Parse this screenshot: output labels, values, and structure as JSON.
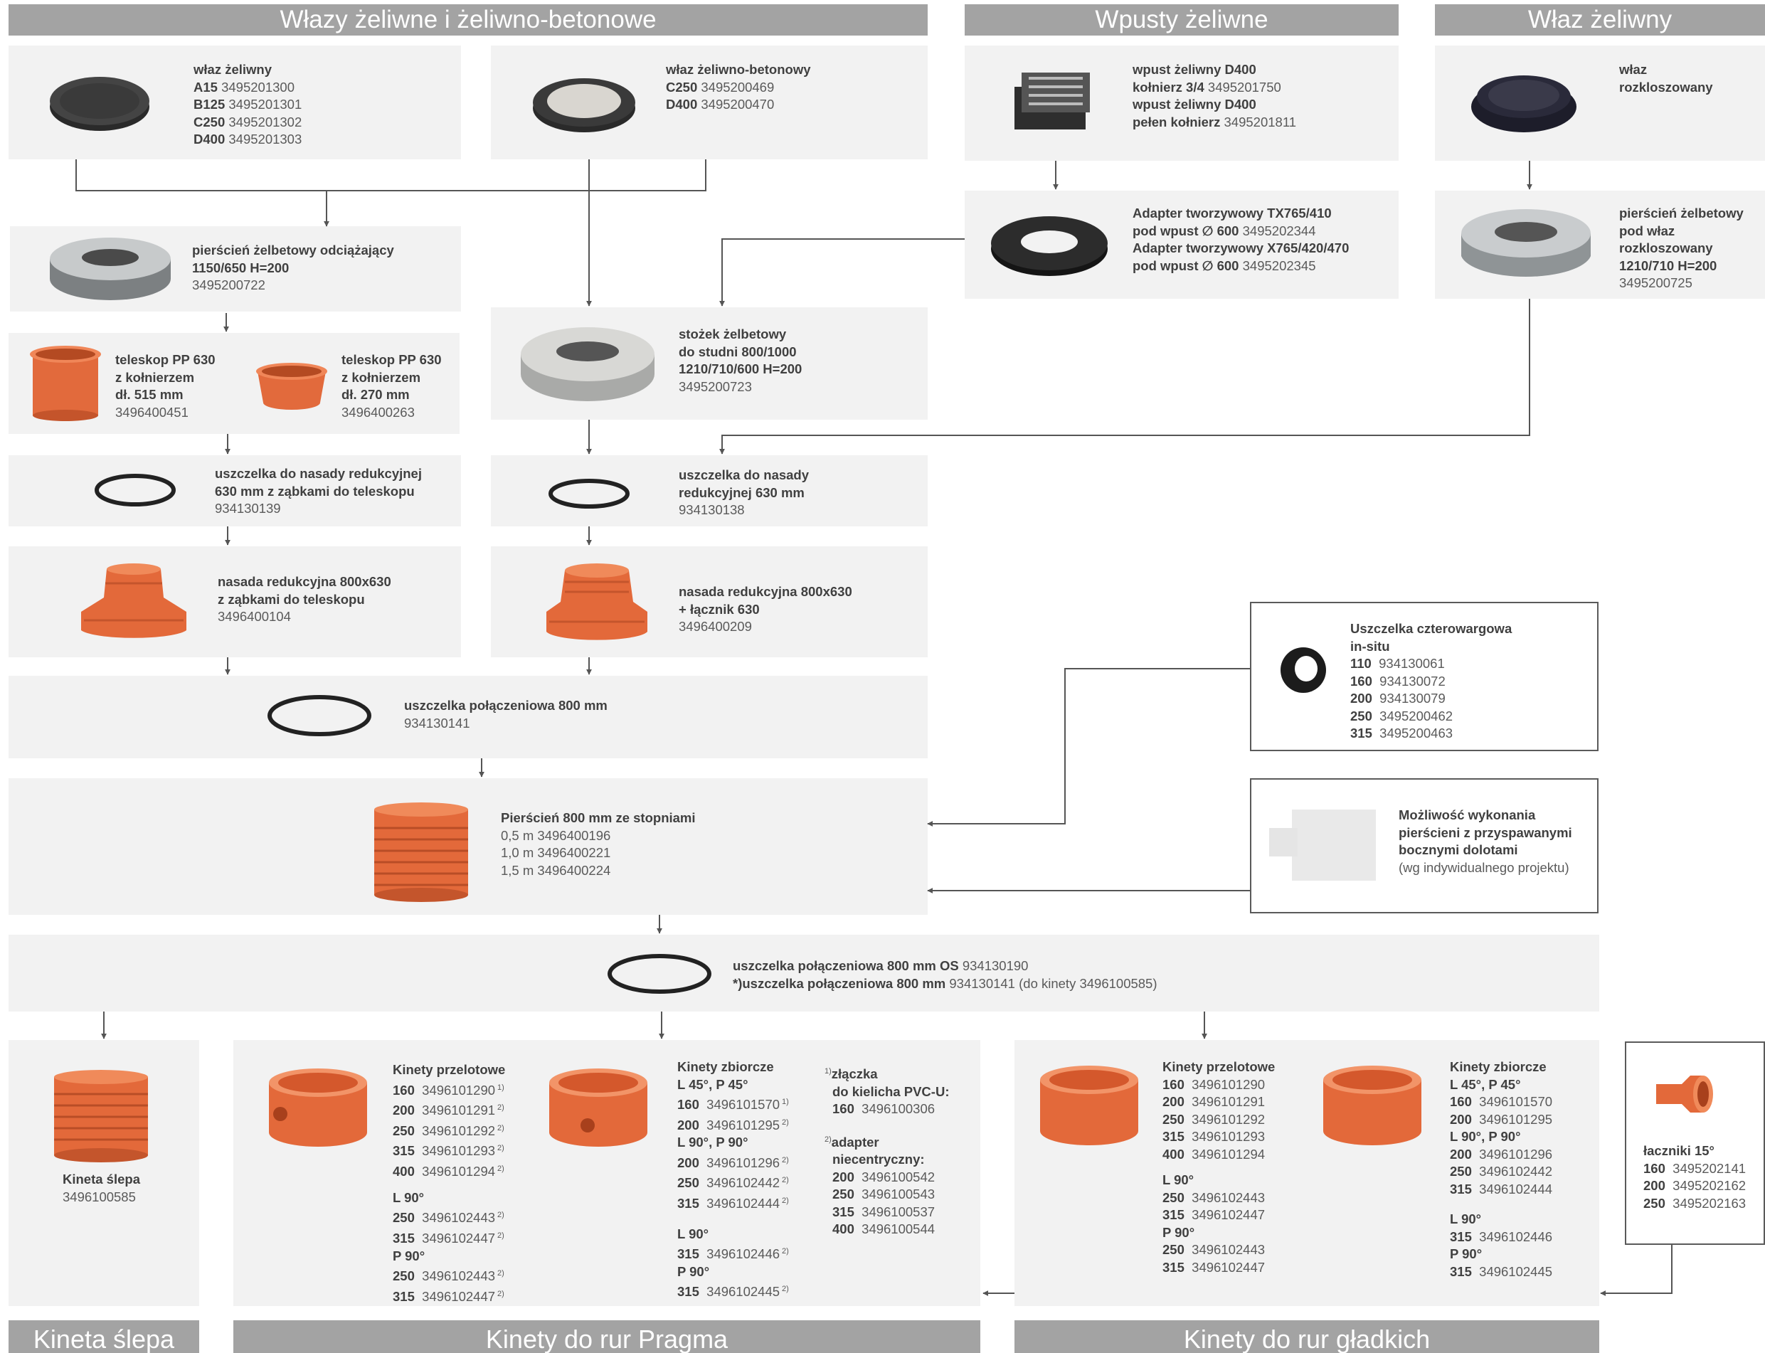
{
  "headers": {
    "wlazy": "Włazy żeliwne i żeliwno-betonowe",
    "wpusty": "Wpusty żeliwne",
    "wlaz": "Właz żeliwny",
    "kineta_slepa": "Kineta ślepa",
    "kinety_pragma": "Kinety do rur Pragma",
    "kinety_gladkich": "Kinety do rur gładkich"
  },
  "products": {
    "wlaz_zeliwny": {
      "title": "właz żeliwny",
      "rows": [
        {
          "k": "A15",
          "v": "3495201300"
        },
        {
          "k": "B125",
          "v": "3495201301"
        },
        {
          "k": "C250",
          "v": "3495201302"
        },
        {
          "k": "D400",
          "v": "3495201303"
        }
      ]
    },
    "wlaz_zb": {
      "title": "właz  żeliwno-betonowy",
      "rows": [
        {
          "k": "C250",
          "v": "3495200469"
        },
        {
          "k": "D400",
          "v": "3495200470"
        }
      ]
    },
    "wpust": {
      "l1": "wpust żeliwny D400",
      "l2": "kołnierz 3/4",
      "c2": "3495201750",
      "l3": "wpust żeliwny D400",
      "l4": "pełen kołnierz",
      "c4": "3495201811"
    },
    "wlaz_rozkl": {
      "l1": "właz",
      "l2": "rozkloszowany"
    },
    "adapter": {
      "l1": "Adapter tworzywowy  TX765/410",
      "l2": "pod wpust ∅ 600",
      "c2": "3495202344",
      "l3": "Adapter tworzywowy X765/420/470",
      "l4": "pod wpust ∅ 600",
      "c4": "3495202345"
    },
    "pierscien_rozkl": {
      "l1": "pierścień żelbetowy",
      "l2": "pod właz",
      "l3": "rozkloszowany",
      "l4": "1210/710 H=200",
      "code": "3495200725"
    },
    "pierscien_odc": {
      "l1": "pierścień żelbetowy odciążający",
      "l2": "1150/650 H=200",
      "code": "3495200722"
    },
    "teleskop1": {
      "l1": "teleskop PP 630",
      "l2": "z kołnierzem",
      "l3": "dł. 515 mm",
      "code": "3496400451"
    },
    "teleskop2": {
      "l1": "teleskop PP 630",
      "l2": "z kołnierzem",
      "l3": "dł. 270 mm",
      "code": "3496400263"
    },
    "stozek": {
      "l1": "stożek żelbetowy",
      "l2": "do studni 800/1000",
      "l3": "1210/710/600 H=200",
      "code": "3495200723"
    },
    "uszcz_tel": {
      "l1": "uszczelka do nasady redukcyjnej",
      "l2": "630 mm z ząbkami do teleskopu",
      "code": "934130139"
    },
    "uszcz_nas": {
      "l1": "uszczelka do nasady",
      "l2": "redukcyjnej 630 mm",
      "code": "934130138"
    },
    "nasada1": {
      "l1": "nasada redukcyjna 800x630",
      "l2": "z ząbkami do teleskopu",
      "code": "3496400104"
    },
    "nasada2": {
      "l1": "nasada redukcyjna 800x630",
      "l2": "+ łącznik 630",
      "code": "3496400209"
    },
    "uszcz_800": {
      "l1": "uszczelka połączeniowa 800 mm",
      "code": "934130141"
    },
    "uszcz_4w": {
      "l1": "Uszczelka czterowargowa",
      "l2": "in-situ",
      "rows": [
        {
          "k": "110",
          "v": "934130061"
        },
        {
          "k": "160",
          "v": "934130072"
        },
        {
          "k": "200",
          "v": "934130079"
        },
        {
          "k": "250",
          "v": "3495200462"
        },
        {
          "k": "315",
          "v": "3495200463"
        }
      ]
    },
    "pierscien_800": {
      "l1": "Pierścień 800 mm ze stopniami",
      "r1": "0,5 m 3496400196",
      "r2": "1,0 m 3496400221",
      "r3": "1,5 m 3496400224"
    },
    "mozliwosc": {
      "l1": "Możliwość wykonania",
      "l2": "pierścieni z przyspawanymi",
      "l3": "bocznymi dolotami",
      "l4": "(wg indywidualnego projektu)"
    },
    "uszcz_os": {
      "l1": "uszczelka połączeniowa 800 mm OS",
      "c1": "934130190",
      "p2": "*)",
      "l2": "uszczelka połączeniowa 800 mm",
      "c2": "934130141 (do kinety 3496100585)"
    },
    "kineta_slepa": {
      "l1": "Kineta ślepa",
      "code": "3496100585"
    },
    "pragma_przel": {
      "title": "Kinety przelotowe",
      "rows": [
        {
          "k": "160",
          "v": "3496101290",
          "s": "1)"
        },
        {
          "k": "200",
          "v": "3496101291",
          "s": "2)"
        },
        {
          "k": "250",
          "v": "3496101292",
          "s": "2)"
        },
        {
          "k": "315",
          "v": "3496101293",
          "s": "2)"
        },
        {
          "k": "400",
          "v": "3496101294",
          "s": "2)"
        }
      ],
      "h2": "L 90°",
      "rows2": [
        {
          "k": "250",
          "v": "3496102443",
          "s": "2)"
        },
        {
          "k": "315",
          "v": "3496102447",
          "s": "2)"
        }
      ],
      "h3": "P 90°",
      "rows3": [
        {
          "k": "250",
          "v": "3496102443",
          "s": "2)"
        },
        {
          "k": "315",
          "v": "3496102447",
          "s": "2)"
        }
      ]
    },
    "pragma_zb": {
      "title": "Kinety zbiorcze",
      "h1": "L 45°, P 45°",
      "rows": [
        {
          "k": "160",
          "v": "3496101570",
          "s": "1)"
        },
        {
          "k": "200",
          "v": "3496101295",
          "s": "2)"
        }
      ],
      "h2": "L 90°, P 90°",
      "rows2": [
        {
          "k": "200",
          "v": "3496101296",
          "s": "2)"
        },
        {
          "k": "250",
          "v": "3496102442",
          "s": "2)"
        },
        {
          "k": "315",
          "v": "3496102444",
          "s": "2)"
        }
      ],
      "h3": "L 90°",
      "rows3": [
        {
          "k": "315",
          "v": "3496102446",
          "s": "2)"
        }
      ],
      "h4": "P 90°",
      "rows4": [
        {
          "k": "315",
          "v": "3496102445",
          "s": "2)"
        }
      ]
    },
    "footnotes": {
      "n1": "1)",
      "t1a": "złączka",
      "t1b": "do kielicha PVC-U:",
      "r1k": "160",
      "r1v": "3496100306",
      "n2": "2)",
      "t2a": "adapter",
      "t2b": "niecentryczny:",
      "rows": [
        {
          "k": "200",
          "v": "3496100542"
        },
        {
          "k": "250",
          "v": "3496100543"
        },
        {
          "k": "315",
          "v": "3496100537"
        },
        {
          "k": "400",
          "v": "3496100544"
        }
      ]
    },
    "gl_przel": {
      "title": "Kinety przelotowe",
      "rows": [
        {
          "k": "160",
          "v": "3496101290"
        },
        {
          "k": "200",
          "v": "3496101291"
        },
        {
          "k": "250",
          "v": "3496101292"
        },
        {
          "k": "315",
          "v": "3496101293"
        },
        {
          "k": "400",
          "v": "3496101294"
        }
      ],
      "h2": "L 90°",
      "rows2": [
        {
          "k": "250",
          "v": "3496102443"
        },
        {
          "k": "315",
          "v": "3496102447"
        }
      ],
      "h3": "P 90°",
      "rows3": [
        {
          "k": "250",
          "v": "3496102443"
        },
        {
          "k": "315",
          "v": "3496102447"
        }
      ]
    },
    "gl_zb": {
      "title": "Kinety zbiorcze",
      "h1": "L 45°, P 45°",
      "rows": [
        {
          "k": "160",
          "v": "3496101570"
        },
        {
          "k": "200",
          "v": "3496101295"
        }
      ],
      "h2": "L 90°, P 90°",
      "rows2": [
        {
          "k": "200",
          "v": "3496101296"
        },
        {
          "k": "250",
          "v": "3496102442"
        },
        {
          "k": "315",
          "v": "3496102444"
        }
      ],
      "h3": "L 90°",
      "rows3": [
        {
          "k": "315",
          "v": "3496102446"
        }
      ],
      "h4": "P 90°",
      "rows4": [
        {
          "k": "315",
          "v": "3496102445"
        }
      ]
    },
    "laczniki": {
      "title": "łaczniki 15°",
      "rows": [
        {
          "k": "160",
          "v": "3495202141"
        },
        {
          "k": "200",
          "v": "3495202162"
        },
        {
          "k": "250",
          "v": "3495202163"
        }
      ]
    }
  },
  "colors": {
    "header": "#a3a3a3",
    "panel": "#f2f2f2",
    "orange": "#e8693a",
    "line": "#555555"
  }
}
